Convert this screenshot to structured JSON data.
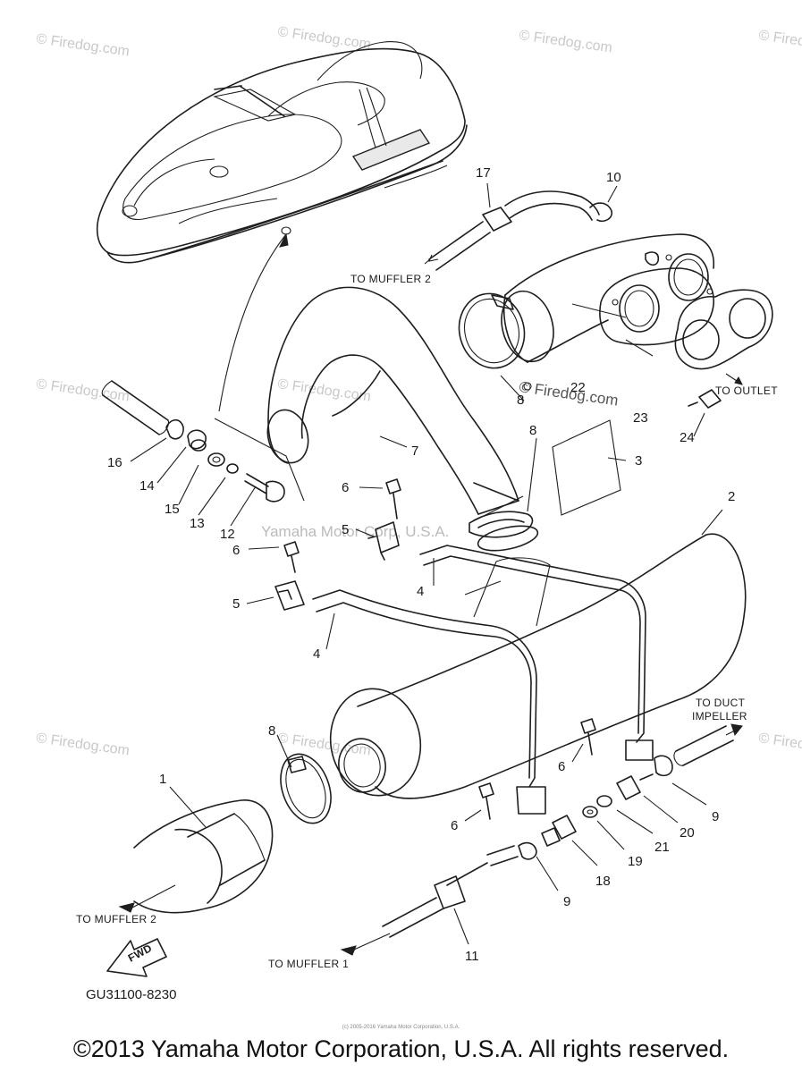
{
  "watermarks": {
    "firedog": "© Firedog.com",
    "firedog_mid": "© Firedog.com",
    "yamaha": "Yamaha Motor Corp, U.S.A."
  },
  "callouts": {
    "to_muffler_2_top": "TO MUFFLER 2",
    "to_outlet": "TO OUTLET",
    "to_duct_line1": "TO DUCT",
    "to_duct_line2": "IMPELLER",
    "to_muffler_2_bottom": "TO MUFFLER 2",
    "to_muffler_1": "TO MUFFLER 1",
    "fwd": "FWD"
  },
  "part_numbers": {
    "p1": "1",
    "p2": "2",
    "p3": "3",
    "p4a": "4",
    "p4b": "4",
    "p5a": "5",
    "p5b": "5",
    "p6a": "6",
    "p6b": "6",
    "p6c": "6",
    "p6d": "6",
    "p7": "7",
    "p8a": "8",
    "p8b": "8",
    "p8c": "8",
    "p9a": "9",
    "p9b": "9",
    "p10": "10",
    "p11": "11",
    "p12": "12",
    "p13": "13",
    "p14": "14",
    "p15": "15",
    "p16": "16",
    "p17": "17",
    "p18": "18",
    "p19": "19",
    "p20": "20",
    "p21": "21",
    "p22": "22",
    "p23": "23",
    "p24": "24"
  },
  "diagram_code": "GU31100-8230",
  "fineprint": "(c) 2005-2016 Yamaha Motor Corporation, U.S.A.",
  "footer": "©2013 Yamaha Motor Corporation, U.S.A. All rights reserved."
}
